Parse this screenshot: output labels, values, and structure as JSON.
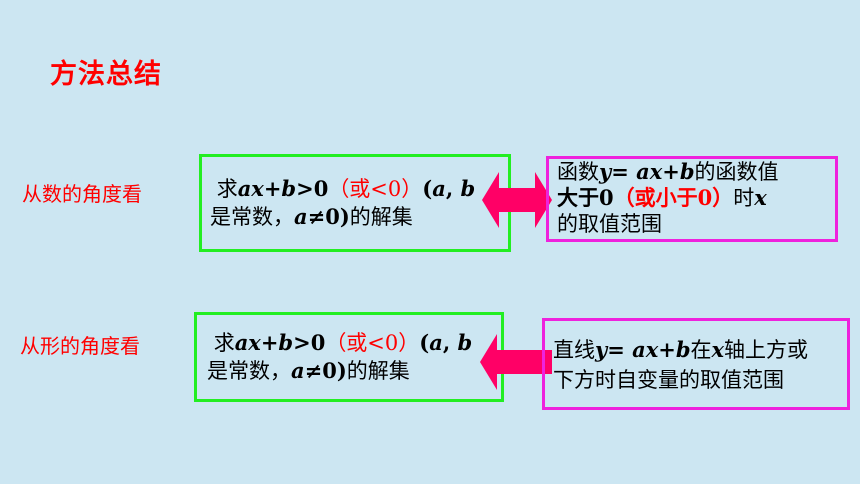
{
  "title": "方法总结",
  "colors": {
    "background": "#cce6f2",
    "title": "#ff0000",
    "green_border": "#22ee22",
    "magenta_border": "#ee22dd",
    "arrow": "#ff0066"
  },
  "row1": {
    "label": "从数的角度看",
    "left": {
      "prefix": "求",
      "expr": "ax+b",
      "gt": ">0",
      "paren": "（或<0）",
      "cond_open": "(",
      "a": "a",
      "comma": ", ",
      "b": "b",
      "line2_text": "是常数，",
      "a2": "a",
      "neq": "≠0)",
      "suffix": "的解集"
    },
    "right": {
      "l1_prefix": "函数",
      "l1_expr": "y= ax+b",
      "l1_suffix": "的函数值",
      "l2_prefix": "大于0",
      "l2_paren": "（或小于0）",
      "l2_mid": "时",
      "l2_x": "x",
      "l3": "的取值范围"
    }
  },
  "row2": {
    "label": "从形的角度看",
    "left": {
      "prefix": "求",
      "expr": "ax+b",
      "gt": ">0",
      "paren": "（或<0）",
      "cond_open": "(",
      "a": "a",
      "comma": ", ",
      "b": "b",
      "line2_text": "是常数，",
      "a2": "a",
      "neq": "≠0)",
      "suffix": "的解集"
    },
    "right": {
      "l1_prefix": "直线",
      "l1_expr": "y= ax+b",
      "l1_mid": "在",
      "l1_x": "x",
      "l1_suffix": "轴上方或",
      "l2": "下方时自变量的取值范围"
    }
  }
}
